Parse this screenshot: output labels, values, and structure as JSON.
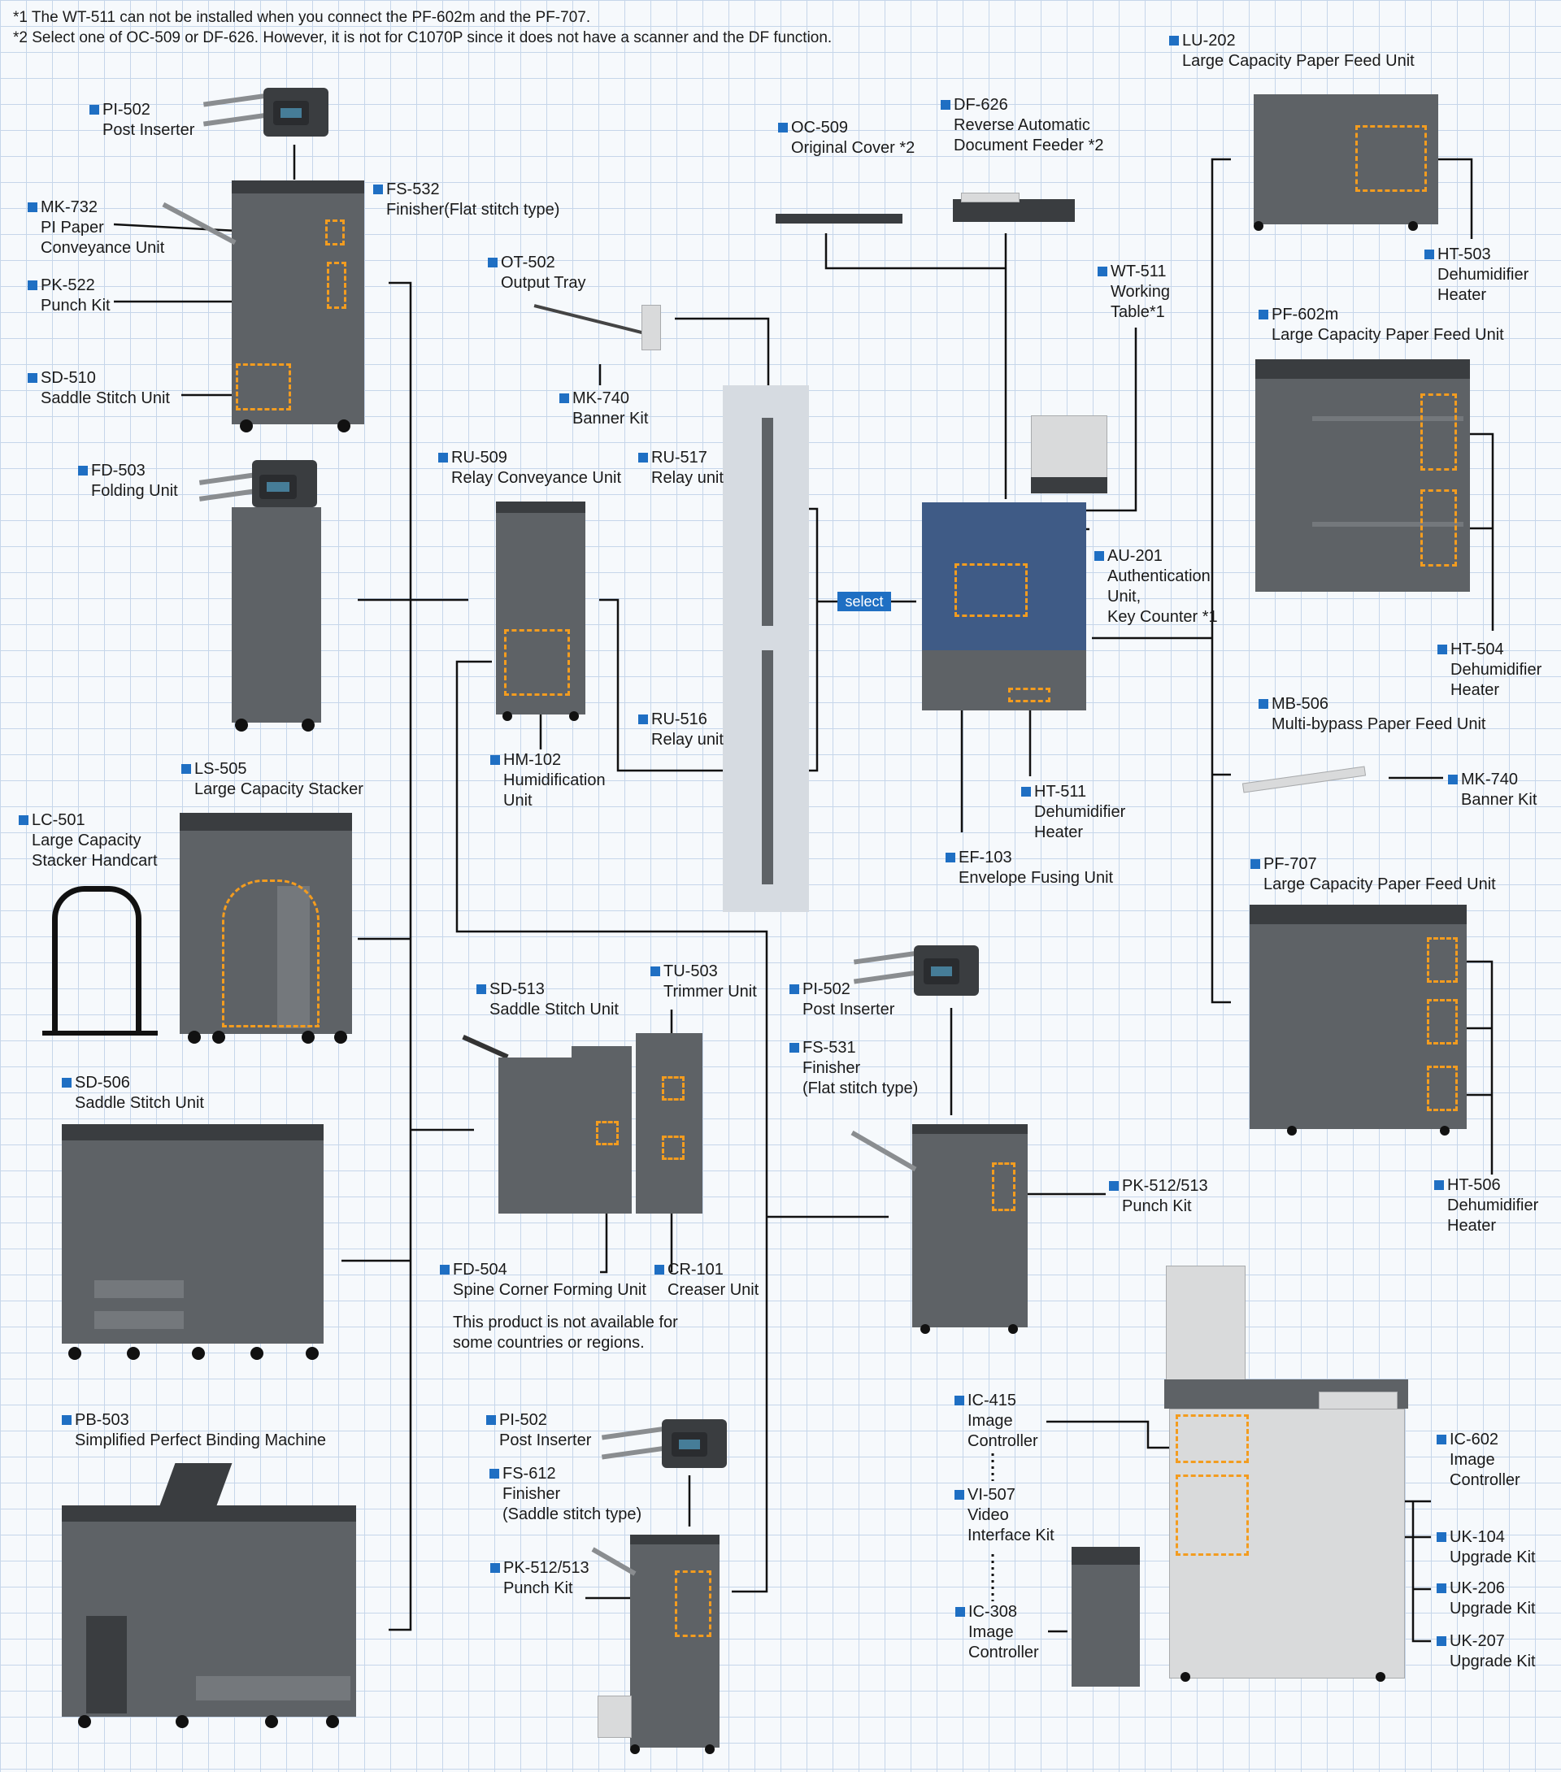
{
  "notes": [
    "*1 The WT-511 can not be installed when you connect the PF-602m and the PF-707.",
    "*2 Select one of OC-509 or DF-626. However, it is not for C1070P since it does not have a scanner and the DF function."
  ],
  "select_label": "select",
  "availability_note": [
    "This product is not available for",
    "some countries or regions."
  ],
  "components": {
    "pi502_top": {
      "code": "PI-502",
      "name": [
        "Post Inserter"
      ]
    },
    "mk732": {
      "code": "MK-732",
      "name": [
        "PI Paper",
        "Conveyance Unit"
      ]
    },
    "pk522": {
      "code": "PK-522",
      "name": [
        "Punch Kit"
      ]
    },
    "sd510": {
      "code": "SD-510",
      "name": [
        "Saddle Stitch Unit"
      ]
    },
    "fs532": {
      "code": "FS-532",
      "name": [
        "Finisher(Flat stitch type)"
      ]
    },
    "fd503": {
      "code": "FD-503",
      "name": [
        "Folding Unit"
      ]
    },
    "ls505": {
      "code": "LS-505",
      "name": [
        "Large Capacity Stacker"
      ]
    },
    "lc501": {
      "code": "LC-501",
      "name": [
        "Large Capacity",
        "Stacker Handcart"
      ]
    },
    "sd506": {
      "code": "SD-506",
      "name": [
        "Saddle Stitch Unit"
      ]
    },
    "pb503": {
      "code": "PB-503",
      "name": [
        "Simplified Perfect Binding Machine"
      ]
    },
    "ot502": {
      "code": "OT-502",
      "name": [
        "Output Tray"
      ]
    },
    "mk740_mid": {
      "code": "MK-740",
      "name": [
        "Banner Kit"
      ]
    },
    "ru509": {
      "code": "RU-509",
      "name": [
        "Relay Conveyance Unit"
      ]
    },
    "ru517": {
      "code": "RU-517",
      "name": [
        "Relay unit"
      ]
    },
    "ru516": {
      "code": "RU-516",
      "name": [
        "Relay unit"
      ]
    },
    "hm102": {
      "code": "HM-102",
      "name": [
        "Humidification",
        "Unit"
      ]
    },
    "sd513": {
      "code": "SD-513",
      "name": [
        "Saddle Stitch Unit"
      ]
    },
    "tu503": {
      "code": "TU-503",
      "name": [
        "Trimmer Unit"
      ]
    },
    "fd504": {
      "code": "FD-504",
      "name": [
        "Spine Corner Forming Unit"
      ]
    },
    "cr101": {
      "code": "CR-101",
      "name": [
        "Creaser Unit"
      ]
    },
    "pi502_bot": {
      "code": "PI-502",
      "name": [
        "Post Inserter"
      ]
    },
    "fs612": {
      "code": "FS-612",
      "name": [
        "Finisher",
        "(Saddle stitch type)"
      ]
    },
    "pk512_bot": {
      "code": "PK-512/513",
      "name": [
        "Punch Kit"
      ]
    },
    "oc509": {
      "code": "OC-509",
      "name": [
        "Original Cover *2"
      ]
    },
    "df626": {
      "code": "DF-626",
      "name": [
        "Reverse Automatic",
        "Document Feeder *2"
      ]
    },
    "wt511": {
      "code": "WT-511",
      "name": [
        "Working",
        "Table*1"
      ]
    },
    "au201": {
      "code": "AU-201",
      "name": [
        "Authentication",
        "Unit,",
        "Key Counter *1"
      ]
    },
    "ht511": {
      "code": "HT-511",
      "name": [
        "Dehumidifier",
        "Heater"
      ]
    },
    "ef103": {
      "code": "EF-103",
      "name": [
        "Envelope Fusing Unit"
      ]
    },
    "pi502_mid": {
      "code": "PI-502",
      "name": [
        "Post Inserter"
      ]
    },
    "fs531": {
      "code": "FS-531",
      "name": [
        "Finisher",
        "(Flat stitch type)"
      ]
    },
    "pk512_mid": {
      "code": "PK-512/513",
      "name": [
        "Punch Kit"
      ]
    },
    "lu202": {
      "code": "LU-202",
      "name": [
        "Large Capacity Paper Feed Unit"
      ]
    },
    "ht503": {
      "code": "HT-503",
      "name": [
        "Dehumidifier",
        "Heater"
      ]
    },
    "pf602m": {
      "code": "PF-602m",
      "name": [
        "Large Capacity Paper Feed Unit"
      ]
    },
    "ht504": {
      "code": "HT-504",
      "name": [
        "Dehumidifier",
        "Heater"
      ]
    },
    "mb506": {
      "code": "MB-506",
      "name": [
        "Multi-bypass Paper Feed Unit"
      ]
    },
    "mk740_right": {
      "code": "MK-740",
      "name": [
        "Banner Kit"
      ]
    },
    "pf707": {
      "code": "PF-707",
      "name": [
        "Large Capacity Paper Feed Unit"
      ]
    },
    "ht506": {
      "code": "HT-506",
      "name": [
        "Dehumidifier",
        "Heater"
      ]
    },
    "ic415": {
      "code": "IC-415",
      "name": [
        "Image",
        "Controller"
      ]
    },
    "vi507": {
      "code": "VI-507",
      "name": [
        "Video",
        "Interface Kit"
      ]
    },
    "ic308": {
      "code": "IC-308",
      "name": [
        "Image",
        "Controller"
      ]
    },
    "ic602": {
      "code": "IC-602",
      "name": [
        "Image",
        "Controller"
      ]
    },
    "uk104": {
      "code": "UK-104",
      "name": [
        "Upgrade Kit"
      ]
    },
    "uk206": {
      "code": "UK-206",
      "name": [
        "Upgrade Kit"
      ]
    },
    "uk207": {
      "code": "UK-207",
      "name": [
        "Upgrade Kit"
      ]
    }
  },
  "colors": {
    "code_marker": "#1f6fc3",
    "dashed_region": "#f39c1f",
    "grid": "#c6d6ea",
    "device_body": "#5e6266"
  }
}
